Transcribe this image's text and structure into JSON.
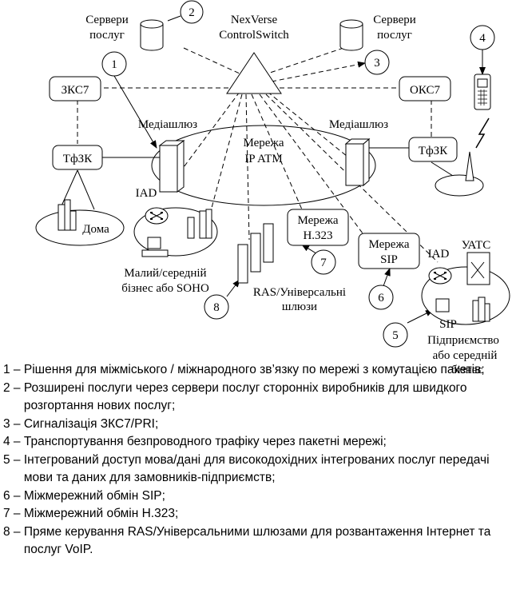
{
  "nodes": {
    "nexverse": [
      "NexVerse",
      "ControlSwitch"
    ],
    "servers_left": [
      "Сервери",
      "послуг"
    ],
    "servers_right": [
      "Сервери",
      "послуг"
    ],
    "zks7": "ЗКС7",
    "oks7": "ОКС7",
    "tfzk_left": "ТфЗК",
    "tfzk_right": "ТфЗК",
    "media_left": "Медіашлюз",
    "media_right": "Медіашлюз",
    "ip_network": [
      "Мережа",
      "IP ATM"
    ],
    "iad_left": "IAD",
    "iad_right": "IAD",
    "homes": "Дома",
    "small_business": [
      "Малий/середній",
      "бізнес або SOHO"
    ],
    "h323_network": [
      "Мережа",
      "H.323"
    ],
    "sip_network": [
      "Мережа",
      "SIP"
    ],
    "ras_gateways": [
      "RAS/Універсальні",
      "шлюзи"
    ],
    "uats": "УАТС",
    "sip_phone": "SIP",
    "enterprise": [
      "Підприємство",
      "або середній",
      "бізнес"
    ]
  },
  "markers": [
    "1",
    "2",
    "3",
    "4",
    "5",
    "6",
    "7",
    "8"
  ],
  "legend": [
    {
      "num": "1 – ",
      "text": "Рішення для міжміського / міжнародного зв’язку по мережі з комутацією пакетів;"
    },
    {
      "num": "2 – ",
      "text": "Розширені послуги через сервери послуг сторонніх виробників для швидкого розгортання нових послуг;"
    },
    {
      "num": "3 – ",
      "text": "Сигналізація ЗКС7/PRI;"
    },
    {
      "num": "4 – ",
      "text": "Транспортування безпроводного трафіку через пакетні мережі;"
    },
    {
      "num": "5 – ",
      "text": "Інтегрований доступ мова/дані для високодохідних інтегрованих послуг передачі мови та даних для замовників-підприємств;"
    },
    {
      "num": "6 – ",
      "text": "Міжмережний обмін SIP;"
    },
    {
      "num": "7 – ",
      "text": "Міжмережний обмін H.323;"
    },
    {
      "num": "8 – ",
      "text": "Пряме керування RAS/Універсальними шлюзами для розвантаження Інтернет та послуг VoIP."
    }
  ]
}
